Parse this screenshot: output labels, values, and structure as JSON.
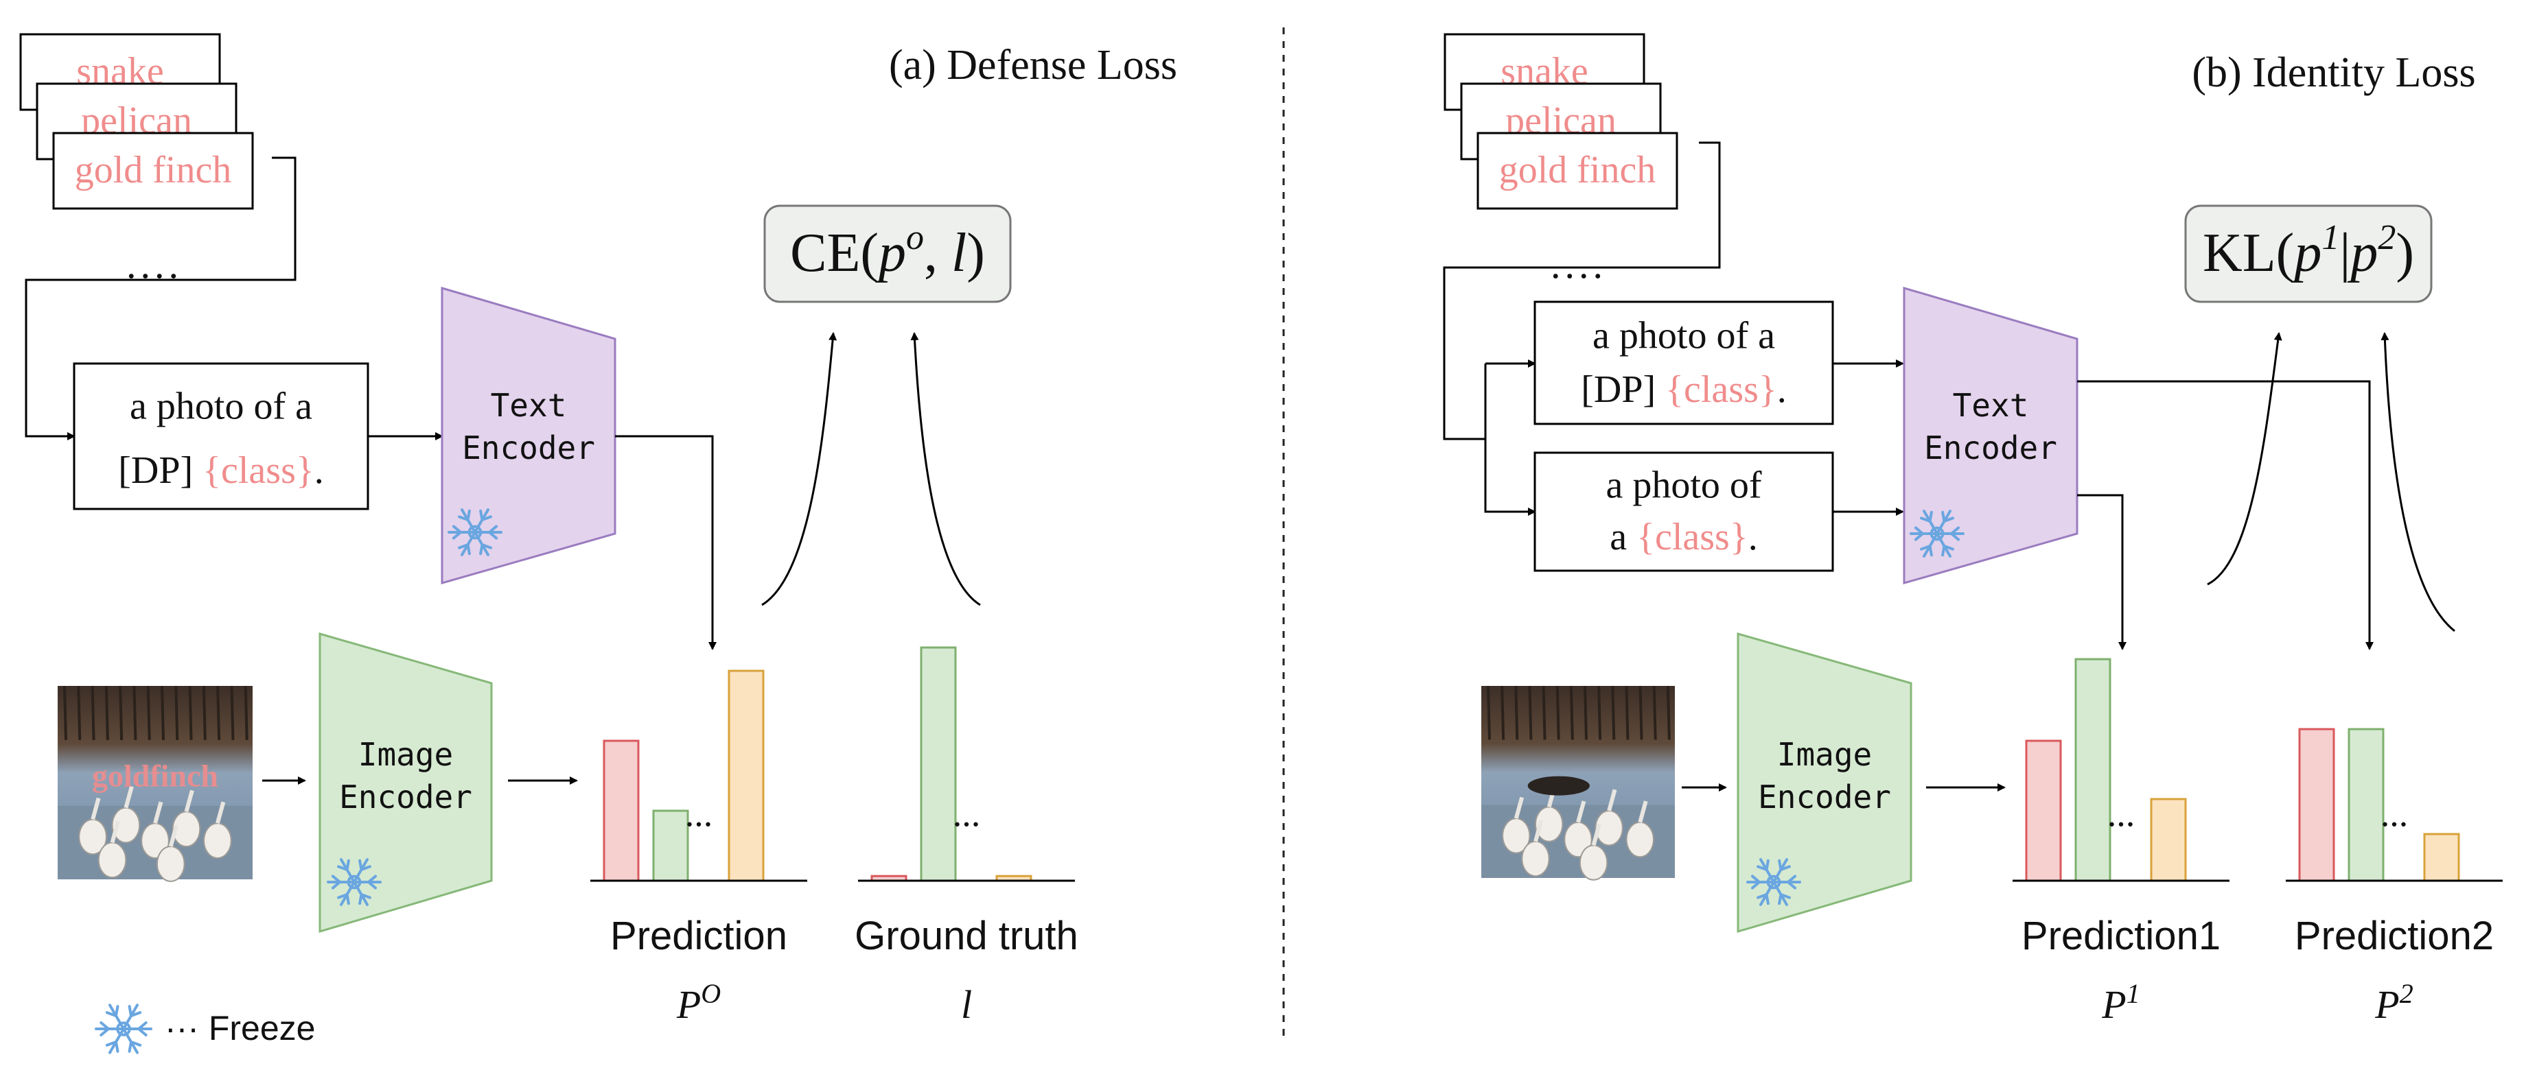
{
  "panels": [
    {
      "title": "(a) Defense Loss",
      "class_cards": [
        "snake",
        "pelican",
        "gold finch"
      ],
      "more": "....",
      "prompts": [
        {
          "line1": "a photo of a",
          "line2_prefix": "[DP] ",
          "line2_class": "{class}",
          "line2_suffix": "."
        }
      ],
      "text_encoder": "Text Encoder",
      "image_encoder": "Image Encoder",
      "loss": {
        "prefix": "CE(",
        "sym": "p",
        "sup": "o",
        "mid": ", ",
        "sym2": "l",
        "sup2": "",
        "suffix": ")"
      },
      "image_caption": "goldfinch",
      "charts": [
        {
          "label": "Prediction",
          "math": "P",
          "math_sup": "O",
          "values": [
            0.6,
            0.3,
            0.9
          ],
          "dots": "..."
        },
        {
          "label": "Ground truth",
          "math": "l",
          "math_sup": "",
          "values": [
            0.02,
            1.0,
            0.02
          ],
          "dots": "..."
        }
      ]
    },
    {
      "title": "(b) Identity Loss",
      "class_cards": [
        "snake",
        "pelican",
        "gold finch"
      ],
      "more": "....",
      "prompts": [
        {
          "line1": "a photo of a",
          "line2_prefix": "[DP] ",
          "line2_class": "{class}",
          "line2_suffix": "."
        },
        {
          "line1": "a photo of",
          "line2_prefix": "a ",
          "line2_class": "{class}",
          "line2_suffix": "."
        }
      ],
      "text_encoder": "Text Encoder",
      "image_encoder": "Image Encoder",
      "loss": {
        "prefix": "KL(",
        "sym": "p",
        "sup": "1",
        "mid": "|",
        "sym2": "p",
        "sup2": "2",
        "suffix": ")"
      },
      "image_caption": "",
      "charts": [
        {
          "label": "Prediction1",
          "math": "P",
          "math_sup": "1",
          "values": [
            0.6,
            0.95,
            0.35
          ],
          "dots": "..."
        },
        {
          "label": "Prediction2",
          "math": "P",
          "math_sup": "2",
          "values": [
            0.65,
            0.65,
            0.2
          ],
          "dots": "..."
        }
      ]
    }
  ],
  "legend": {
    "icon": "snowflake-icon",
    "text": "··· Freeze"
  },
  "colors": {
    "class_text": "#f08c8c",
    "text_encoder_fill": "#e3d3ec",
    "text_encoder_stroke": "#9a7cc0",
    "image_encoder_fill": "#d6ead2",
    "image_encoder_stroke": "#86b878",
    "loss_fill": "#eef0ee",
    "snowflake": "#6aa6e0",
    "bars": [
      {
        "fill": "#f6cfcf",
        "stroke": "#d9595d"
      },
      {
        "fill": "#d6ead2",
        "stroke": "#7fb06e"
      },
      {
        "fill": "#fbe3bf",
        "stroke": "#d9a23a"
      }
    ]
  }
}
